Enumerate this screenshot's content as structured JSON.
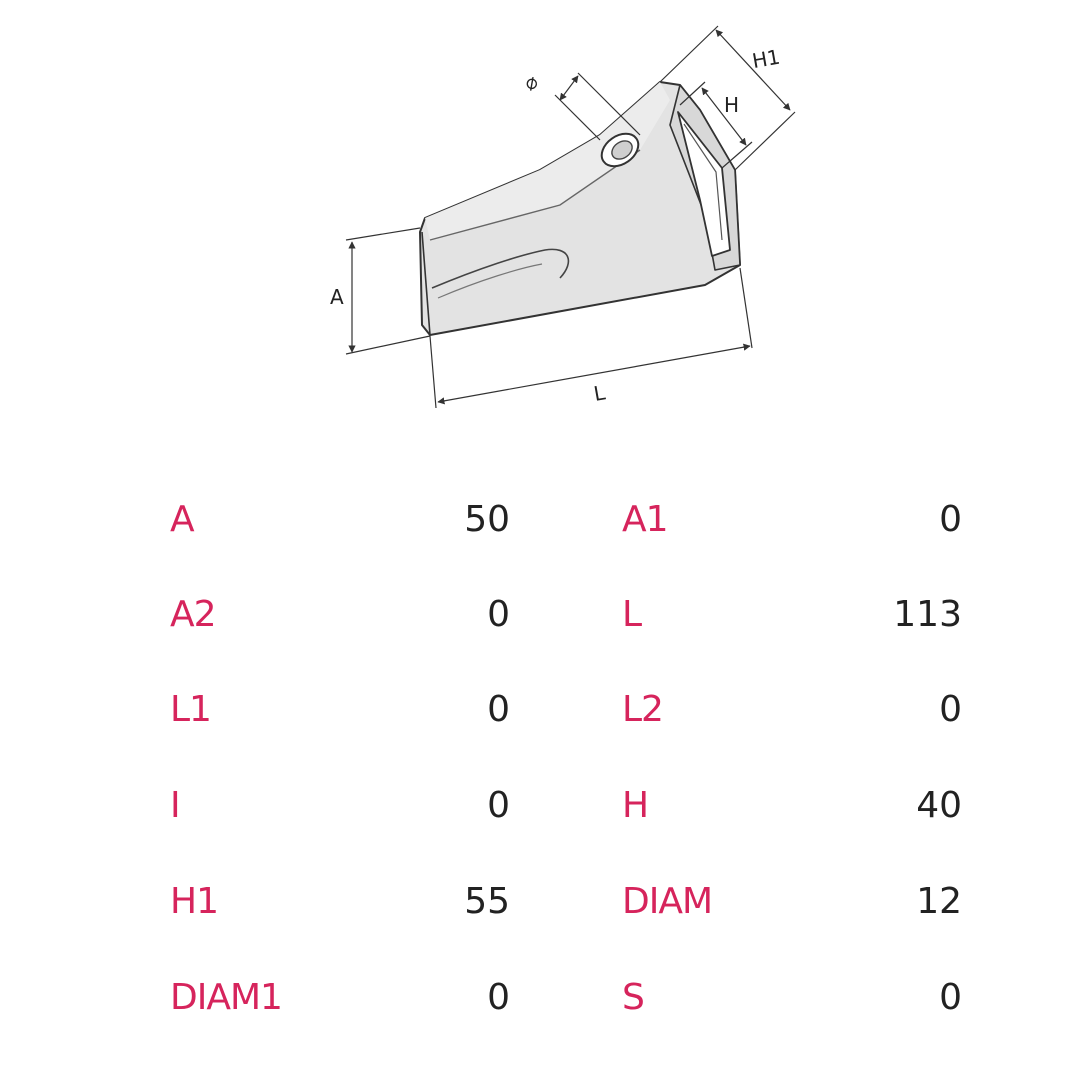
{
  "diagram": {
    "labels": {
      "diam_symbol": "⌀",
      "h1": "H1",
      "h": "H",
      "a": "A",
      "l": "L"
    }
  },
  "specs": [
    {
      "label": "A",
      "value": "50"
    },
    {
      "label": "A1",
      "value": "0"
    },
    {
      "label": "A2",
      "value": "0"
    },
    {
      "label": "L",
      "value": "113"
    },
    {
      "label": "L1",
      "value": "0"
    },
    {
      "label": "L2",
      "value": "0"
    },
    {
      "label": "I",
      "value": "0"
    },
    {
      "label": "H",
      "value": "40"
    },
    {
      "label": "H1",
      "value": "55"
    },
    {
      "label": "DIAM",
      "value": "12"
    },
    {
      "label": "DIAM1",
      "value": "0"
    },
    {
      "label": "S",
      "value": "0"
    }
  ],
  "colors": {
    "label": "#d6245c",
    "value": "#222222",
    "part_fill": "#e3e3e3",
    "part_stroke": "#333333"
  }
}
